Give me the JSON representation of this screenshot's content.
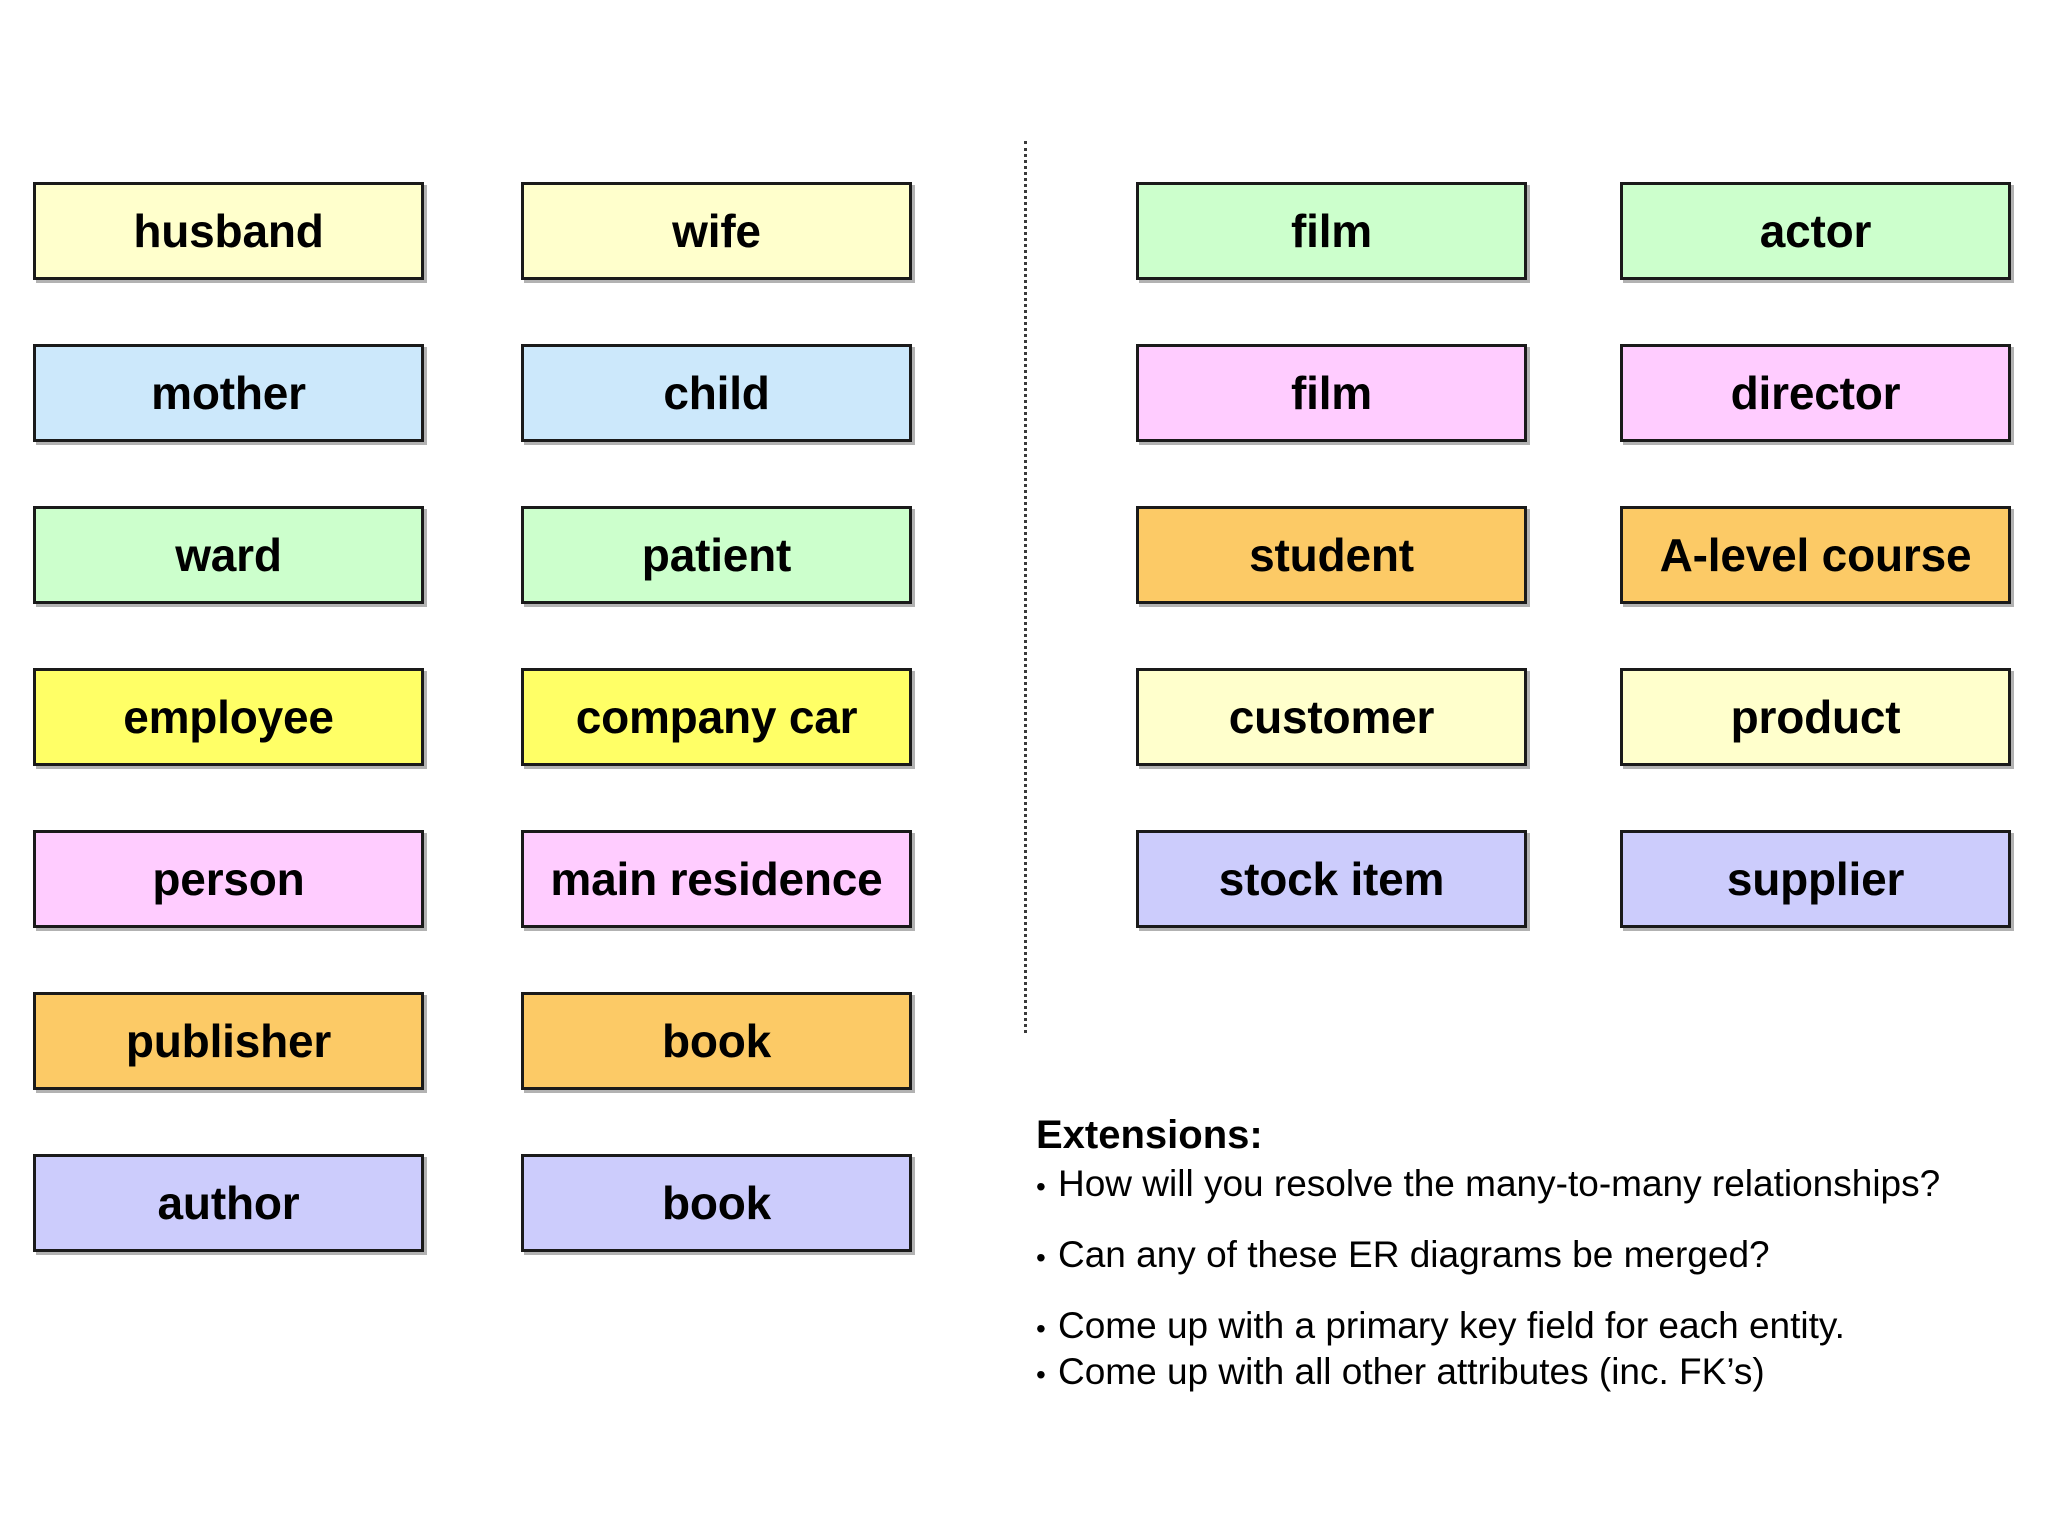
{
  "page": {
    "background": "#ffffff",
    "title": "ER diagram entity pairs worksheet"
  },
  "palette": {
    "pale_yellow": "#ffffcc",
    "light_blue": "#cce8fb",
    "light_green": "#ccffcc",
    "bright_yellow": "#ffff66",
    "pink": "#ffccff",
    "orange": "#fcca66",
    "lavender": "#ccccfc",
    "border": "#1a1a1a",
    "text": "#000000"
  },
  "divider": {
    "name": "vertical-dotted-divider",
    "style": "dotted",
    "color": "#3a3a3a"
  },
  "left_group": {
    "pairs": [
      {
        "left": "husband",
        "right": "wife",
        "color": "#ffffcc"
      },
      {
        "left": "mother",
        "right": "child",
        "color": "#cce8fb"
      },
      {
        "left": "ward",
        "right": "patient",
        "color": "#ccffcc"
      },
      {
        "left": "employee",
        "right": "company car",
        "color": "#ffff66"
      },
      {
        "left": "person",
        "right": "main residence",
        "color": "#ffccff"
      },
      {
        "left": "publisher",
        "right": "book",
        "color": "#fcca66"
      },
      {
        "left": "author",
        "right": "book",
        "color": "#ccccfc"
      }
    ]
  },
  "right_group": {
    "pairs": [
      {
        "left": "film",
        "right": "actor",
        "color": "#ccffcc"
      },
      {
        "left": "film",
        "right": "director",
        "color": "#ffccff"
      },
      {
        "left": "student",
        "right": "A-level course",
        "color": "#fcca66"
      },
      {
        "left": "customer",
        "right": "product",
        "color": "#ffffcc"
      },
      {
        "left": "stock item",
        "right": "supplier",
        "color": "#ccccfc"
      }
    ]
  },
  "extensions": {
    "title": "Extensions:",
    "bullet": "•",
    "groups": [
      {
        "items": [
          "How will you resolve the many-to-many relationships?"
        ]
      },
      {
        "items": [
          "Can any of these ER diagrams be merged?"
        ]
      },
      {
        "items": [
          "Come up with a primary key field for each entity.",
          "Come up with all other attributes (inc. FK’s)"
        ]
      }
    ]
  }
}
